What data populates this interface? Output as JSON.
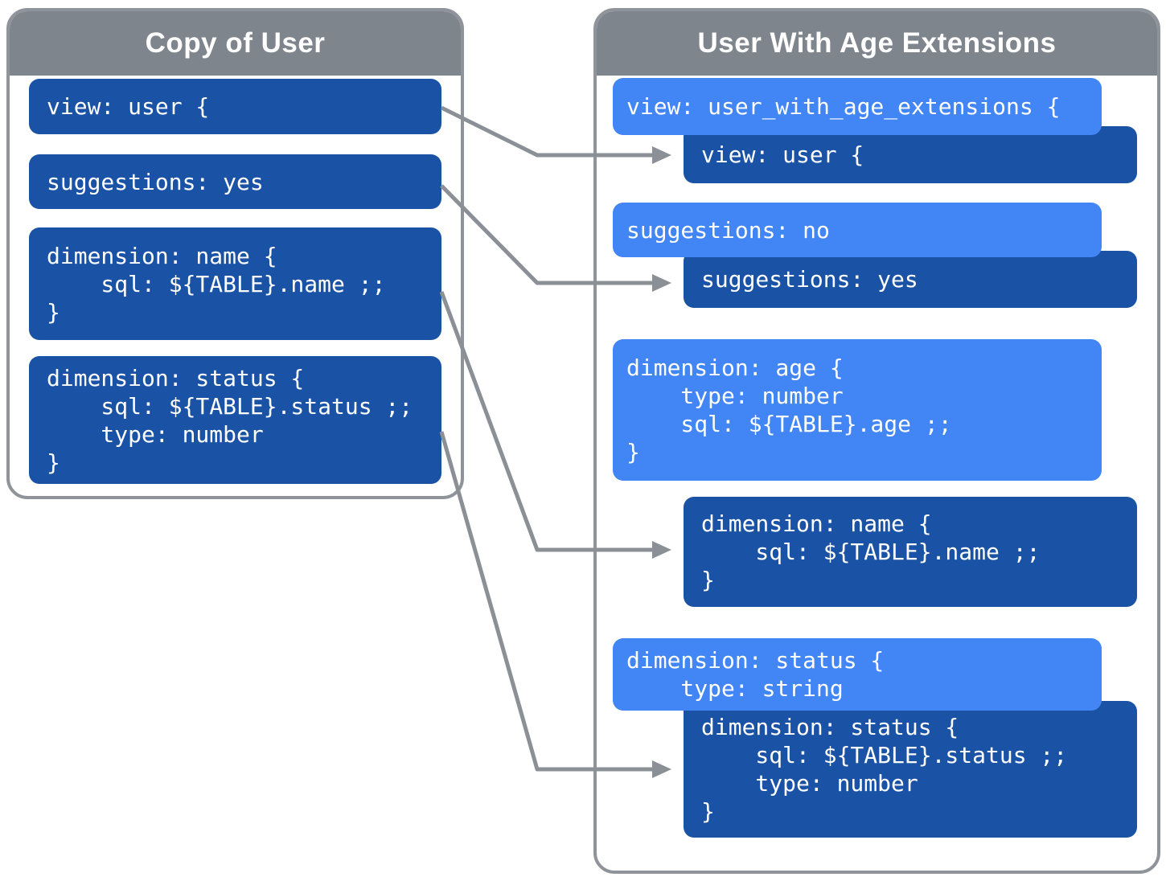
{
  "left_panel": {
    "title": "Copy of User",
    "blocks": [
      {
        "text": "view: user {"
      },
      {
        "text": "suggestions: yes"
      },
      {
        "text": "dimension: name {\n    sql: ${TABLE}.name ;;\n}"
      },
      {
        "text": "dimension: status {\n    sql: ${TABLE}.status ;;\n    type: number\n}"
      }
    ]
  },
  "right_panel": {
    "title": "User With Age Extensions",
    "blocks": [
      {
        "variant": "light",
        "text": "view: user_with_age_extensions {"
      },
      {
        "variant": "dark",
        "text": "view: user {"
      },
      {
        "variant": "light",
        "text": "suggestions: no"
      },
      {
        "variant": "dark",
        "text": "suggestions: yes"
      },
      {
        "variant": "light",
        "text": "dimension: age {\n    type: number\n    sql: ${TABLE}.age ;;\n}"
      },
      {
        "variant": "dark",
        "text": "dimension: name {\n    sql: ${TABLE}.name ;;\n}"
      },
      {
        "variant": "light",
        "text": "dimension: status {\n    type: string"
      },
      {
        "variant": "dark",
        "text": "dimension: status {\n    sql: ${TABLE}.status ;;\n    type: number\n}"
      }
    ]
  },
  "arrows": [
    {
      "from": "copy-of-user.view-user",
      "to": "extensions.view-user"
    },
    {
      "from": "copy-of-user.suggestions-yes",
      "to": "extensions.suggestions-yes"
    },
    {
      "from": "copy-of-user.dimension-name",
      "to": "extensions.dimension-name"
    },
    {
      "from": "copy-of-user.dimension-status",
      "to": "extensions.dimension-status"
    }
  ],
  "colors": {
    "dark_block": "#1a53a5",
    "light_block": "#4285f4",
    "header_gray": "#7f858d",
    "border_gray": "#8f949b",
    "text": "#ffffff"
  }
}
